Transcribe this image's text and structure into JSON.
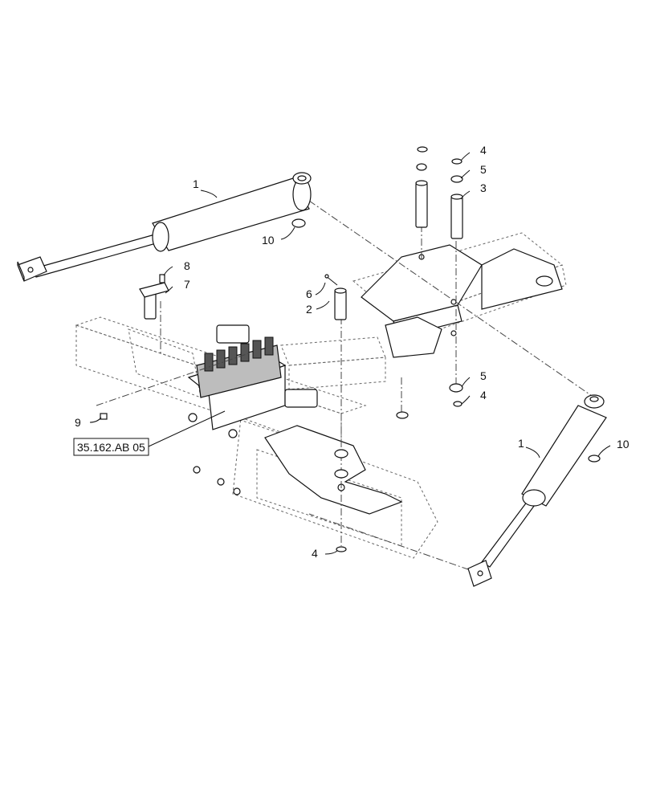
{
  "diagram": {
    "callouts": {
      "c1_top": "1",
      "c1_right": "1",
      "c2": "2",
      "c3": "3",
      "c4_top": "4",
      "c4_mid": "4",
      "c4_bottom": "4",
      "c5_top": "5",
      "c5_mid": "5",
      "c6": "6",
      "c7": "7",
      "c8": "8",
      "c9": "9",
      "c10_top": "10",
      "c10_right": "10"
    },
    "reference_box": "35.162.AB 05"
  },
  "colors": {
    "line": "#111111",
    "shade": "#bdbdbd",
    "background": "#ffffff"
  }
}
